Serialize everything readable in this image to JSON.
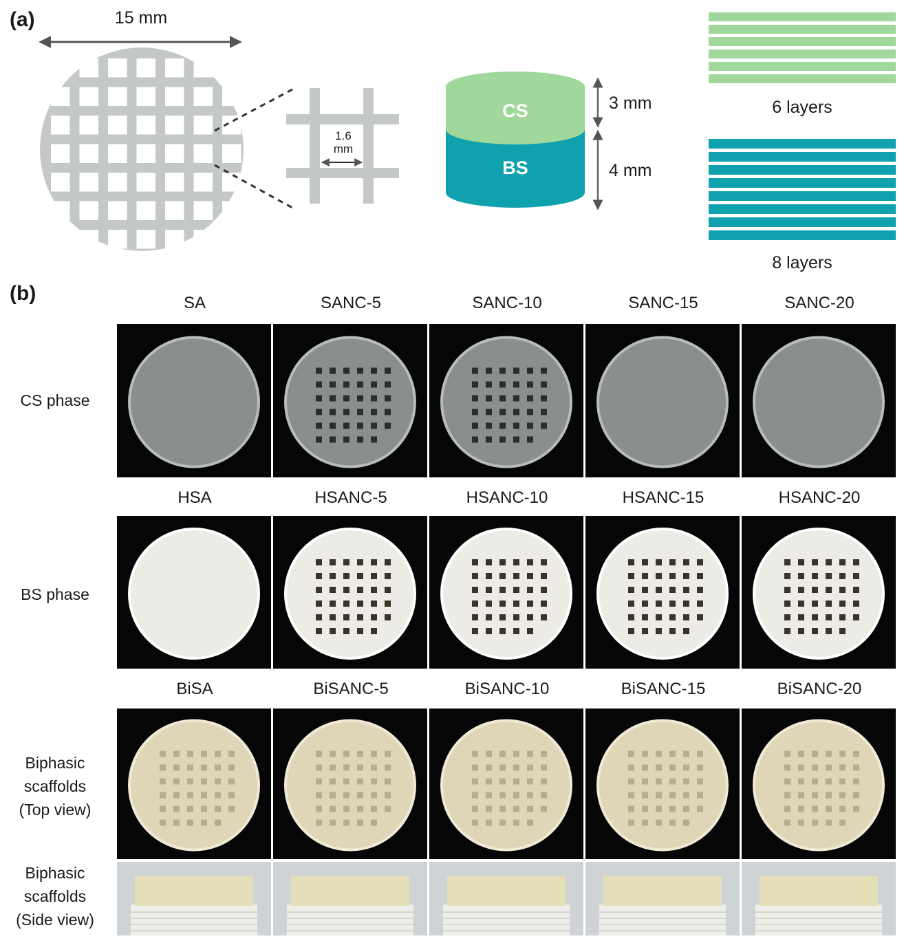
{
  "panel_a": {
    "letter": "(a)",
    "diameter_label": "15 mm",
    "pore_label_line1": "1.6",
    "pore_label_line2": "mm",
    "cs_label": "CS",
    "bs_label": "BS",
    "cs_height": "3 mm",
    "bs_height": "4 mm",
    "cs_layers": "6 layers",
    "bs_layers": "8 layers",
    "colors": {
      "grid": "#c5c8c9",
      "cs": "#9fd89a",
      "bs": "#0fa1ad"
    }
  },
  "panel_b": {
    "letter": "(b)",
    "cs_columns": [
      "SA",
      "SANC-5",
      "SANC-10",
      "SANC-15",
      "SANC-20"
    ],
    "bs_columns": [
      "HSA",
      "HSANC-5",
      "HSANC-10",
      "HSANC-15",
      "HSANC-20"
    ],
    "bi_columns": [
      "BiSA",
      "BiSANC-5",
      "BiSANC-10",
      "BiSANC-15",
      "BiSANC-20"
    ],
    "rows": {
      "cs": "CS phase",
      "bs": "BS phase",
      "top": [
        "Biphasic",
        "scaffolds",
        "(Top view)"
      ],
      "side": [
        "Biphasic",
        "scaffolds",
        "(Side view)"
      ]
    }
  }
}
